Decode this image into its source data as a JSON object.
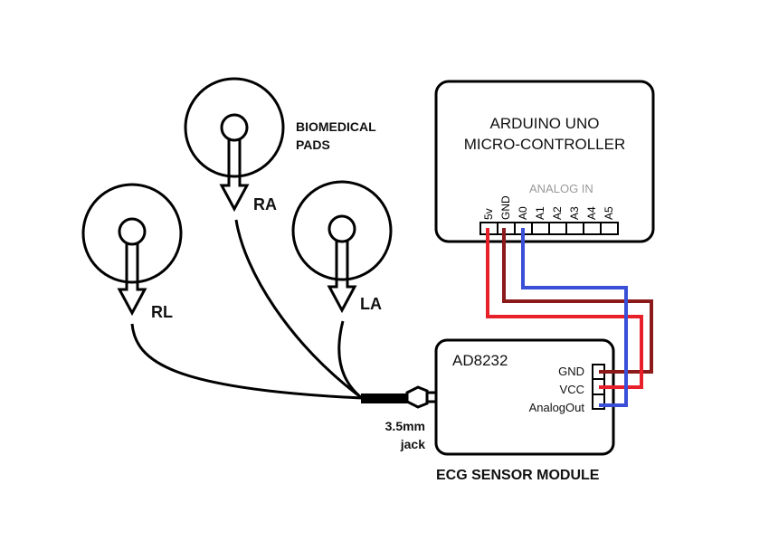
{
  "labels": {
    "biomedical_pads": "BIOMEDICAL\nPADS",
    "ra": "RA",
    "la": "LA",
    "rl": "RL",
    "jack": "3.5mm\njack",
    "ecg_module": "ECG SENSOR MODULE"
  },
  "arduino": {
    "title_line1": "ARDUINO UNO",
    "title_line2": "MICRO-CONTROLLER",
    "analog_in": "ANALOG IN",
    "pins": [
      "5v",
      "GND",
      "A0",
      "A1",
      "A2",
      "A3",
      "A4",
      "A5"
    ]
  },
  "ad8232": {
    "title": "AD8232",
    "pins": [
      "GND",
      "VCC",
      "AnalogOut"
    ]
  },
  "colors": {
    "wire_5v": "#e8202a",
    "wire_gnd": "#8b1a1a",
    "wire_a0": "#3a4fd8",
    "analog_in_text": "#9a9a9a",
    "outline": "#000000"
  }
}
